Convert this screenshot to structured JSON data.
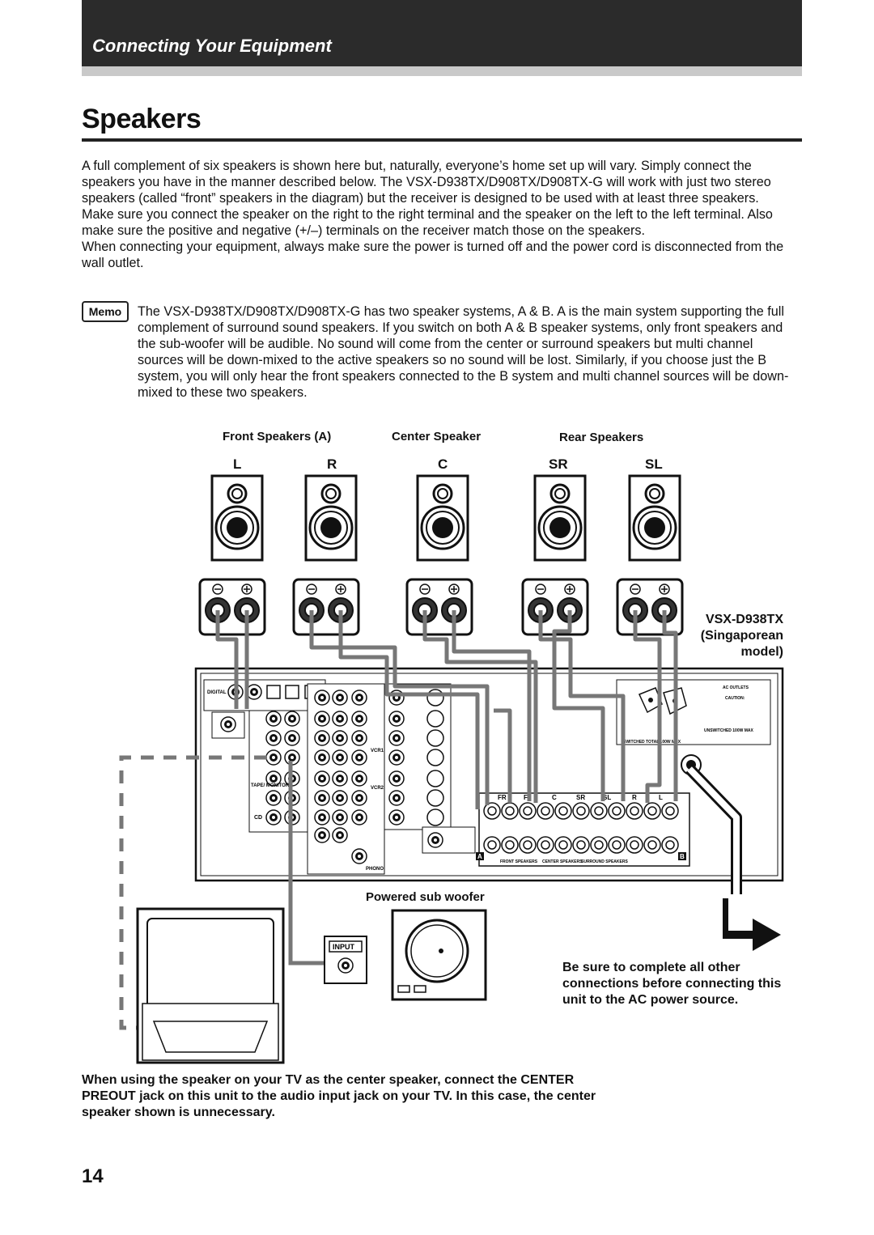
{
  "header": {
    "section_title": "Connecting Your Equipment"
  },
  "page": {
    "title": "Speakers",
    "number": "14"
  },
  "body": {
    "paragraph1": "A full complement of six speakers is shown here but, naturally, everyone’s home set up will vary. Simply connect the speakers you have in the manner described below. The VSX-D938TX/D908TX/D908TX-G will work with just two stereo speakers (called “front” speakers in the diagram) but the receiver is designed to be used with at least three speakers.",
    "paragraph2": "Make sure you connect the speaker on the right to the right terminal and the speaker on the left to the left terminal. Also make sure the positive and negative (+/–) terminals on the receiver match those on the speakers.",
    "paragraph3": "When connecting your equipment, always make sure the power is turned off and the power cord is disconnected from the wall outlet."
  },
  "memo": {
    "badge": "Memo",
    "text": "The VSX-D938TX/D908TX/D908TX-G has two speaker systems, A & B. A is the main system supporting the full complement of surround sound speakers. If you switch on both A & B speaker systems, only front speakers and the sub-woofer will be audible. No sound will come from the center or surround speakers but multi channel sources will be down-mixed to the active speakers so no sound will be lost. Similarly, if you choose just the B system, you will only hear the front speakers connected to the B system and multi channel sources will be down-mixed to these two speakers."
  },
  "diagram": {
    "group_labels": {
      "front": "Front Speakers (A)",
      "center": "Center Speaker",
      "rear": "Rear Speakers"
    },
    "channel_letters": [
      "L",
      "R",
      "C",
      "SR",
      "SL"
    ],
    "model_name": "VSX-D938TX",
    "model_region": "(Singaporean",
    "model_suffix": "model)",
    "subwoofer_label": "Powered sub woofer",
    "tv_input_label": "INPUT",
    "receiver_labels": {
      "digital": "DIGITAL",
      "ac_outlets": "AC OUTLETS",
      "caution": "CAUTION:",
      "switched": "SWITCHED TOTAL 100W MAX",
      "unswitched": "UNSWITCHED 100W MAX",
      "front_speakers": "FRONT SPEAKERS",
      "center_speakers": "CENTER SPEAKERS",
      "surround_speakers": "SURROUND SPEAKERS",
      "phono": "PHONO",
      "cd": "CD",
      "tape_monitor": "TAPE/ MONITOR",
      "vcr1": "VCR1",
      "vcr2": "VCR2",
      "terminal_labels": [
        "FR",
        "FL",
        "C",
        "SR",
        "SL",
        "R",
        "L"
      ],
      "system_a": "A",
      "system_b": "B"
    }
  },
  "warning": {
    "ac_power": "Be sure to complete all other connections before connecting this unit to the AC power source."
  },
  "tv_note": "When using the speaker on your TV as the center speaker, connect the CENTER PREOUT jack on this unit to the audio input jack on your TV. In this case, the center speaker shown is unnecessary."
}
